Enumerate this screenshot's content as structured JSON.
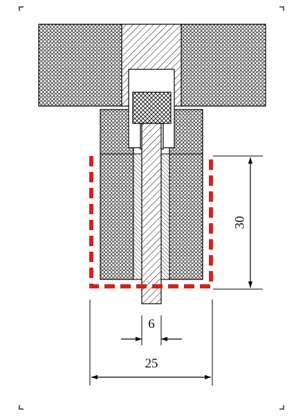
{
  "dimensions": {
    "height_label": "30",
    "outer_width_label": "25",
    "inner_width_label": "6"
  },
  "colors": {
    "outline": "#000000",
    "highlight_frame": "#d62020",
    "background": "#ffffff"
  }
}
